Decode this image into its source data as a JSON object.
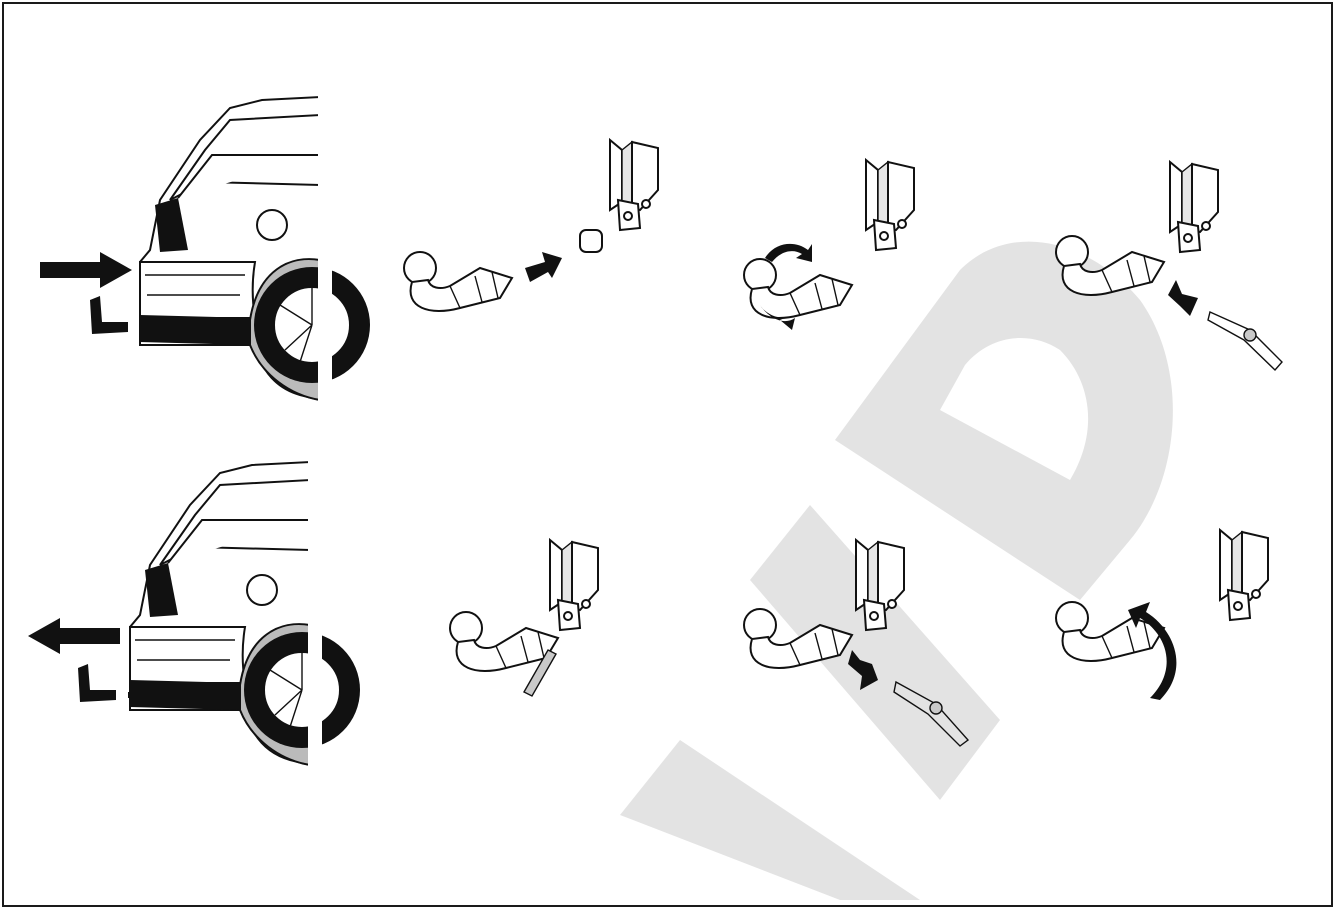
{
  "watermark": {
    "text": "LID",
    "color": "#e3e3e3"
  },
  "colors": {
    "line": "#111111",
    "fill": "#ffffff",
    "shade": "#c9c9c9"
  },
  "icons": [
    "car-rear-icon",
    "tow-hook-icon",
    "mounting-bracket-icon",
    "ball-neck-icon",
    "key-icon",
    "arrow-icon",
    "rotate-arrow-icon"
  ],
  "rows": [
    {
      "id": "mount",
      "direction": "insert",
      "steps": [
        "insert-neck",
        "rotate-lock",
        "insert-key-lock"
      ]
    },
    {
      "id": "remove",
      "direction": "withdraw",
      "steps": [
        "unlock-lever",
        "remove-key",
        "rotate-remove"
      ]
    }
  ]
}
